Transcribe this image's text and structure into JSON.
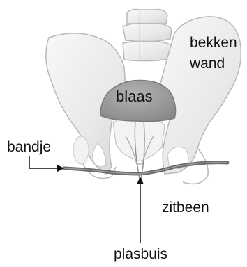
{
  "labels": {
    "wall": [
      "bekken",
      "wand"
    ],
    "bladder": "blaas",
    "sling": "bandje",
    "sit_bone": "zitbeen",
    "urethra": "plasbuis"
  },
  "colors": {
    "bone_fill": "#ebebeb",
    "bone_light": "#f7f7f7",
    "bone_stroke": "#b9b9b9",
    "bone_shadow": "#cfcfcf",
    "bladder_fill": "#9c9c9c",
    "bladder_stroke": "#7a7a7a",
    "sling": "#6a6a6a",
    "text": "#111111"
  }
}
